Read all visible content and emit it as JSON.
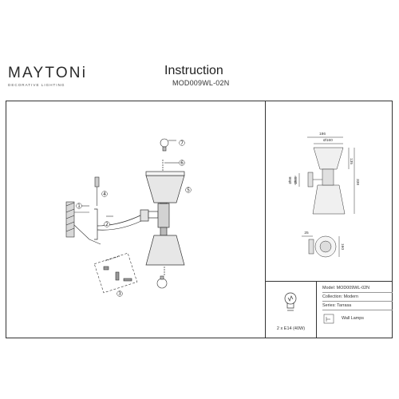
{
  "brand": {
    "logo_text": "MAYTONi",
    "logo_sub": "DECORATIVE LIGHTING"
  },
  "header": {
    "title": "Instruction",
    "model": "MOD009WL-02N"
  },
  "steps": [
    "1",
    "2",
    "3",
    "4",
    "5",
    "6",
    "7"
  ],
  "dimensions": {
    "width_total": "186",
    "width_shade": "Ø160",
    "height_top": "135",
    "height_total": "338",
    "base_1": "Ø98",
    "base_2": "Ø65",
    "depth": "25",
    "plate": "160"
  },
  "bulb": {
    "label": "2 x E14 (40W)"
  },
  "info": {
    "model": "Model: MOD009WL-02N",
    "collection": "Collection: Modern",
    "series": "Series: Tarrasa",
    "type": "Wall Lamps"
  }
}
